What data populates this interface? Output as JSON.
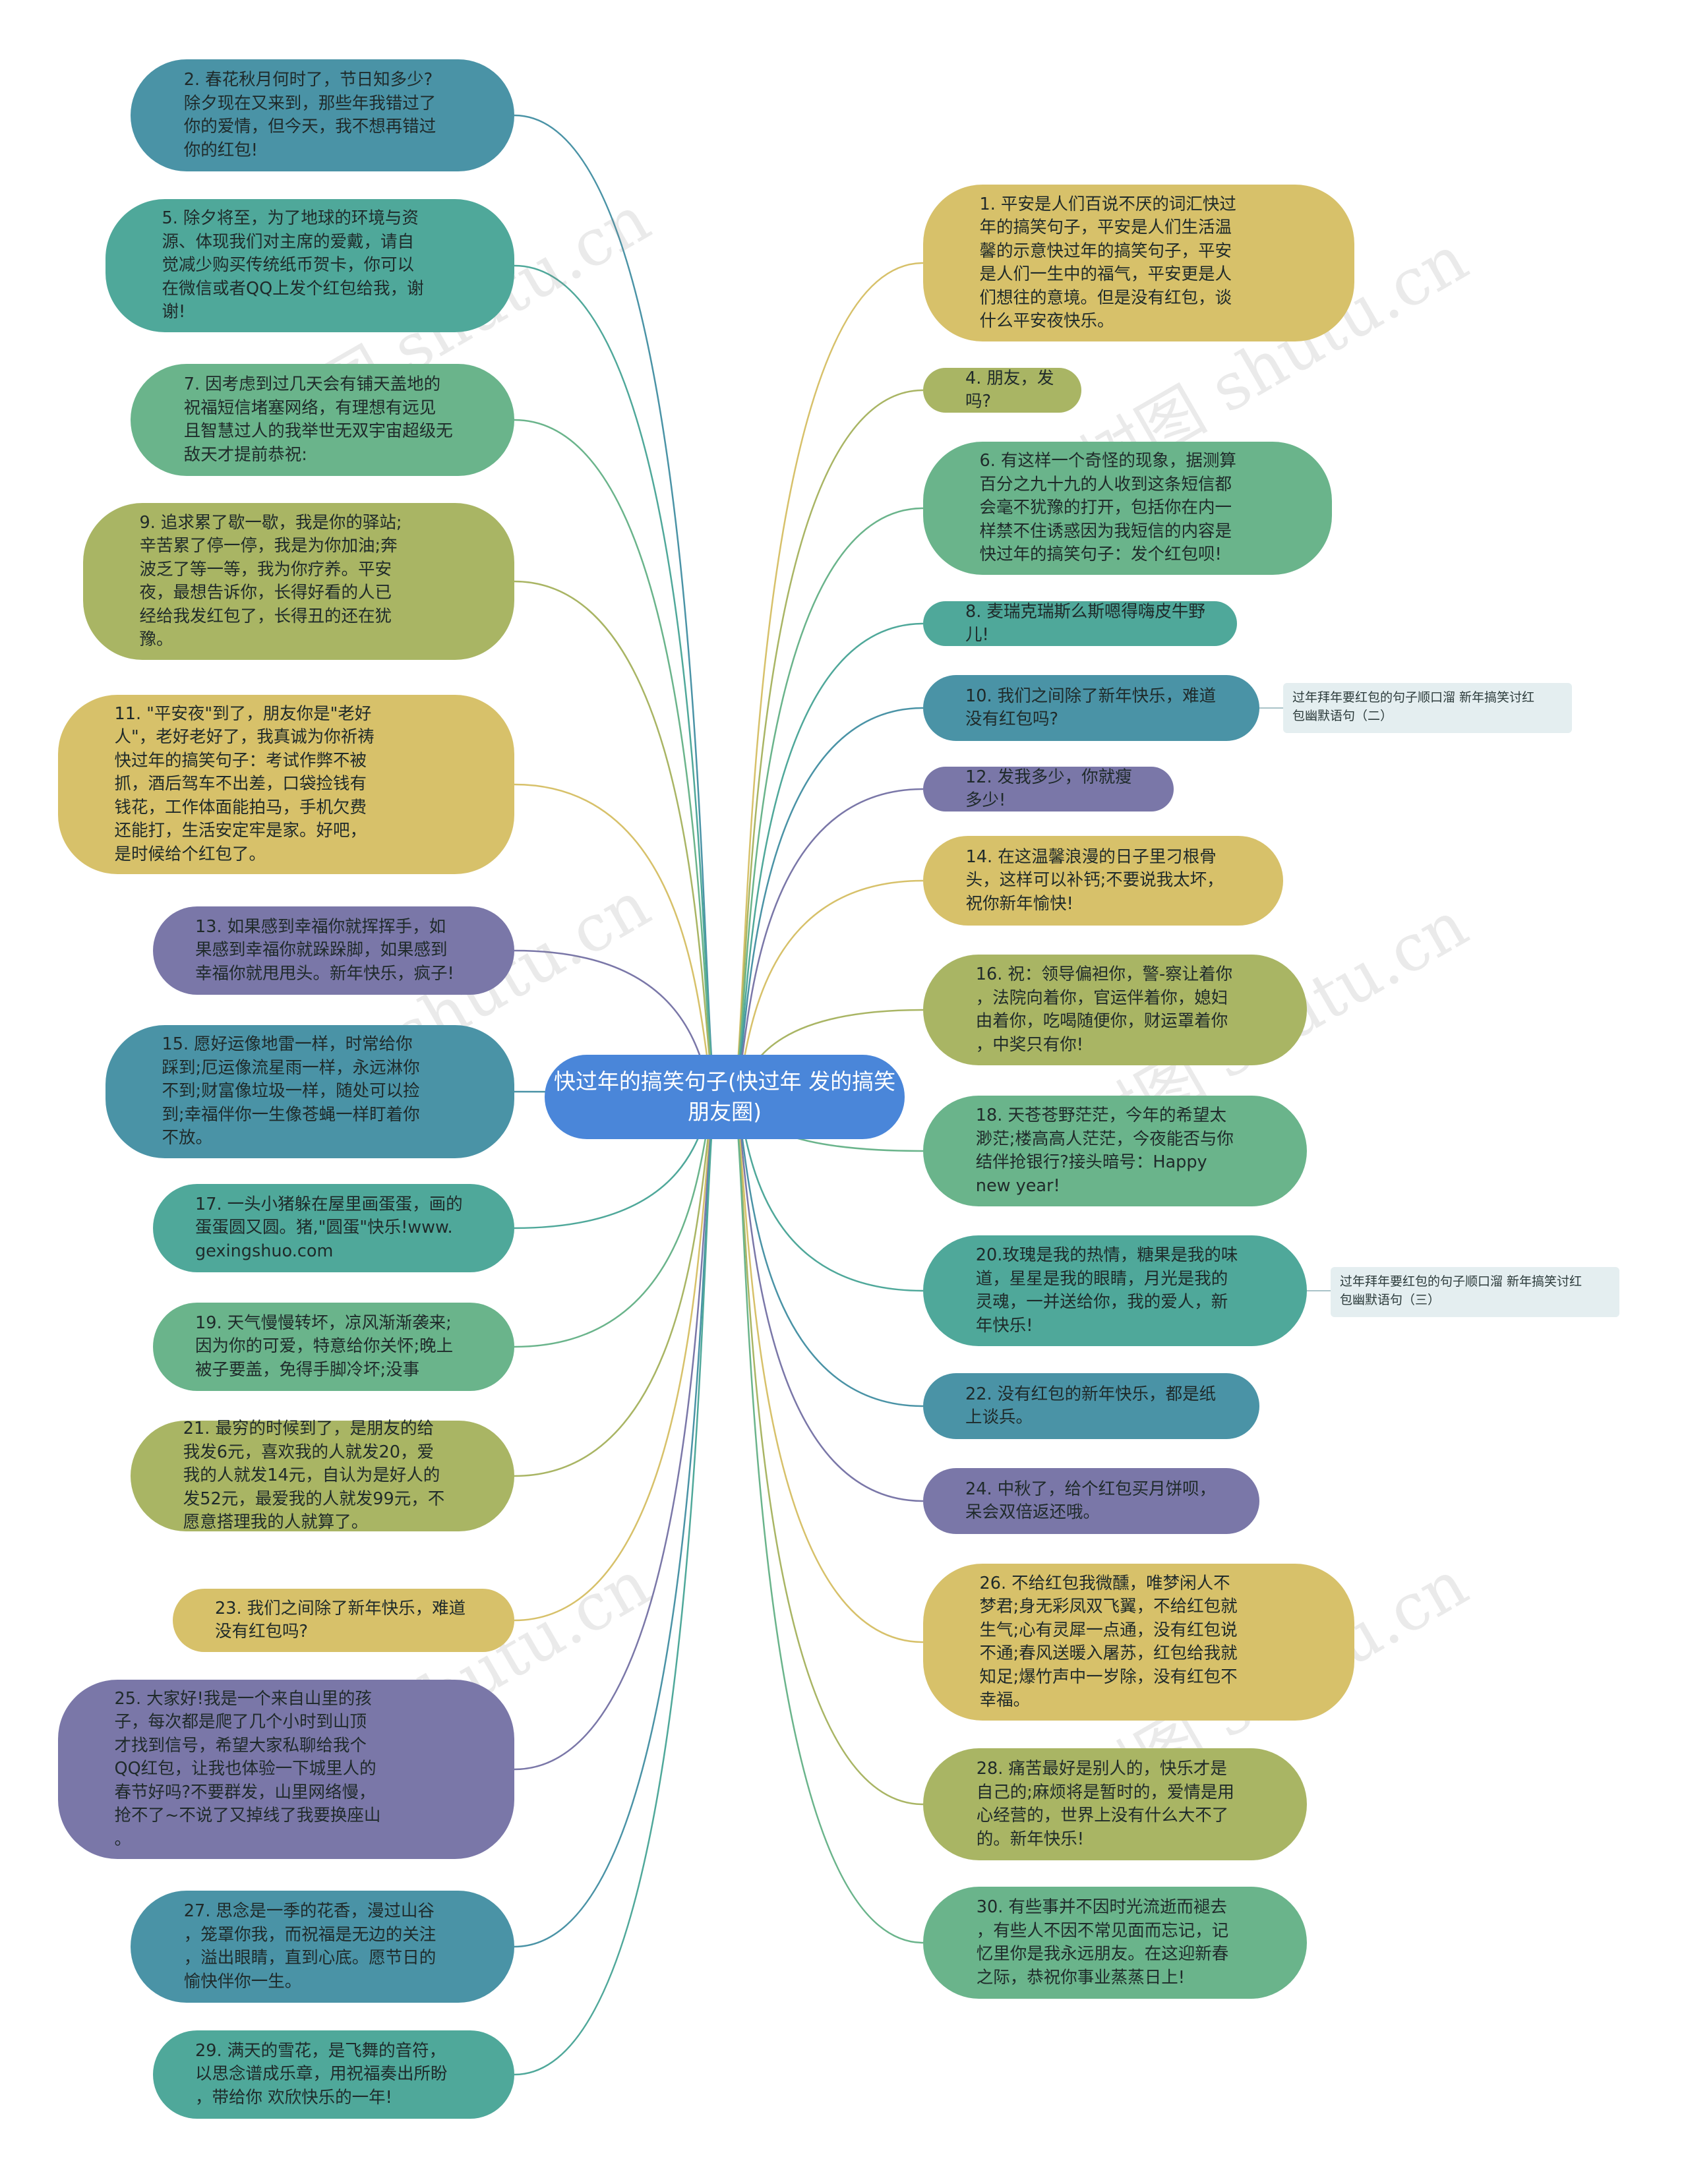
{
  "center": {
    "title": "快过年的搞笑句子(快过年\n发的搞笑朋友圈)",
    "color": "#4a86d9"
  },
  "palette": {
    "teal": "#4c9ea8",
    "seagreen": "#4fa89a",
    "green": "#6ab48b",
    "olive": "#a9b564",
    "yellow": "#d7c16a",
    "purple": "#7a77a8",
    "blueteal": "#4a93a6"
  },
  "nodes": [
    {
      "id": "n2",
      "side": "left",
      "color": "#4a93a6",
      "text": "2. 春花秋月何时了，节日知多少?\n除夕现在又来到，那些年我错过了\n你的爱情，但今天，我不想再错过\n你的红包!"
    },
    {
      "id": "n5",
      "side": "left",
      "color": "#4fa89a",
      "text": "5. 除夕将至，为了地球的环境与资\n源、体现我们对主席的爱戴，请自\n觉减少购买传统纸币贺卡，你可以\n在微信或者QQ上发个红包给我，谢\n谢!"
    },
    {
      "id": "n7",
      "side": "left",
      "color": "#6ab48b",
      "text": "7. 因考虑到过几天会有铺天盖地的\n祝福短信堵塞网络，有理想有远见\n且智慧过人的我举世无双宇宙超级无\n敌天才提前恭祝:"
    },
    {
      "id": "n9",
      "side": "left",
      "color": "#a9b564",
      "text": "9. 追求累了歇一歇，我是你的驿站;\n辛苦累了停一停，我是为你加油;奔\n波乏了等一等，我为你疗养。平安\n夜，最想告诉你，长得好看的人已\n经给我发红包了，长得丑的还在犹\n豫。"
    },
    {
      "id": "n11",
      "side": "left",
      "color": "#d7c16a",
      "text": "11. \"平安夜\"到了，朋友你是\"老好\n人\"，老好老好了，我真诚为你祈祷\n快过年的搞笑句子：考试作弊不被\n抓，酒后驾车不出差，口袋捡钱有\n钱花，工作体面能拍马，手机欠费\n还能打，生活安定牢是家。好吧，\n是时候给个红包了。"
    },
    {
      "id": "n13",
      "side": "left",
      "color": "#7a77a8",
      "text": "13. 如果感到幸福你就挥挥手，如\n果感到幸福你就跺跺脚，如果感到\n幸福你就甩甩头。新年快乐，疯子!"
    },
    {
      "id": "n15",
      "side": "left",
      "color": "#4a93a6",
      "text": "15. 愿好运像地雷一样，时常给你\n踩到;厄运像流星雨一样，永远淋你\n不到;财富像垃圾一样，随处可以捡\n到;幸福伴你一生像苍蝇一样盯着你\n不放。"
    },
    {
      "id": "n17",
      "side": "left",
      "color": "#4fa89a",
      "text": "17. 一头小猪躲在屋里画蛋蛋，画的\n蛋蛋圆又圆。猪,\"圆蛋\"快乐!www.\ngexingshuo.com"
    },
    {
      "id": "n19",
      "side": "left",
      "color": "#6ab48b",
      "text": "19. 天气慢慢转坏，凉风渐渐袭来;\n因为你的可爱，特意给你关怀;晚上\n被子要盖，免得手脚冷坏;没事"
    },
    {
      "id": "n21",
      "side": "left",
      "color": "#a9b564",
      "text": "21. 最穷的时候到了，是朋友的给\n我发6元，喜欢我的人就发20，爱\n我的人就发14元，自认为是好人的\n发52元，最爱我的人就发99元，不\n愿意搭理我的人就算了。"
    },
    {
      "id": "n23",
      "side": "left",
      "color": "#d7c16a",
      "text": "23. 我们之间除了新年快乐，难道\n没有红包吗?"
    },
    {
      "id": "n25",
      "side": "left",
      "color": "#7a77a8",
      "text": "25. 大家好!我是一个来自山里的孩\n子，每次都是爬了几个小时到山顶\n才找到信号，希望大家私聊给我个\nQQ红包，让我也体验一下城里人的\n春节好吗?不要群发，山里网络慢，\n抢不了~不说了又掉线了我要换座山\n。"
    },
    {
      "id": "n27",
      "side": "left",
      "color": "#4a93a6",
      "text": "27. 思念是一季的花香，漫过山谷\n，笼罩你我，而祝福是无边的关注\n，溢出眼睛，直到心底。愿节日的\n愉快伴你一生。"
    },
    {
      "id": "n29",
      "side": "left",
      "color": "#4fa89a",
      "text": "29. 满天的雪花，是飞舞的音符，\n以思念谱成乐章，用祝福奏出所盼\n，带给你 欢欣快乐的一年!"
    },
    {
      "id": "n1",
      "side": "right",
      "color": "#d7c16a",
      "text": "1. 平安是人们百说不厌的词汇快过\n年的搞笑句子，平安是人们生活温\n馨的示意快过年的搞笑句子，平安\n是人们一生中的福气，平安更是人\n们想往的意境。但是没有红包，谈\n什么平安夜快乐。"
    },
    {
      "id": "n4",
      "side": "right",
      "color": "#a9b564",
      "text": "4. 朋友，发吗?"
    },
    {
      "id": "n6",
      "side": "right",
      "color": "#6ab48b",
      "text": "6. 有这样一个奇怪的现象，据测算\n百分之九十九的人收到这条短信都\n会毫不犹豫的打开，包括你在内一\n样禁不住诱惑因为我短信的内容是\n快过年的搞笑句子：发个红包呗!"
    },
    {
      "id": "n8",
      "side": "right",
      "color": "#4fa89a",
      "text": "8. 麦瑞克瑞斯么斯嗯得嗨皮牛野儿!"
    },
    {
      "id": "n10",
      "side": "right",
      "color": "#4a93a6",
      "text": "10. 我们之间除了新年快乐，难道\n没有红包吗?"
    },
    {
      "id": "n12",
      "side": "right",
      "color": "#7a77a8",
      "text": "12. 发我多少，你就瘦多少!"
    },
    {
      "id": "n14",
      "side": "right",
      "color": "#d7c16a",
      "text": "14. 在这温馨浪漫的日子里刁根骨\n头，这样可以补钙;不要说我太坏，\n祝你新年愉快!"
    },
    {
      "id": "n16",
      "side": "right",
      "color": "#a9b564",
      "text": "16. 祝：领导偏袒你，警-察让着你\n，法院向着你，官运伴着你，媳妇\n由着你，吃喝随便你，财运罩着你\n，中奖只有你!"
    },
    {
      "id": "n18",
      "side": "right",
      "color": "#6ab48b",
      "text": "18. 天苍苍野茫茫，今年的希望太\n渺茫;楼高高人茫茫，今夜能否与你\n结伴抢银行?接头暗号：Happy\nnew year!"
    },
    {
      "id": "n20",
      "side": "right",
      "color": "#4fa89a",
      "text": "20.玫瑰是我的热情，糖果是我的味\n道，星星是我的眼睛，月光是我的\n灵魂，一并送给你，我的爱人，新\n年快乐!"
    },
    {
      "id": "n22",
      "side": "right",
      "color": "#4a93a6",
      "text": "22. 没有红包的新年快乐，都是纸\n上谈兵。"
    },
    {
      "id": "n24",
      "side": "right",
      "color": "#7a77a8",
      "text": "24. 中秋了，给个红包买月饼呗，\n呆会双倍返还哦。"
    },
    {
      "id": "n26",
      "side": "right",
      "color": "#d7c16a",
      "text": "26. 不给红包我微醺，唯梦闲人不\n梦君;身无彩凤双飞翼，不给红包就\n生气;心有灵犀一点通，没有红包说\n不通;春风送暖入屠苏，红包给我就\n知足;爆竹声中一岁除，没有红包不\n幸福。"
    },
    {
      "id": "n28",
      "side": "right",
      "color": "#a9b564",
      "text": "28. 痛苦最好是别人的，快乐才是\n自己的;麻烦将是暂时的，爱情是用\n心经营的，世界上没有什么大不了\n的。新年快乐!"
    },
    {
      "id": "n30",
      "side": "right",
      "color": "#6ab48b",
      "text": "30. 有些事并不因时光流逝而褪去\n，有些人不因不常见面而忘记，记\n忆里你是我永远朋友。在这迎新春\n之际，恭祝你事业蒸蒸日上!"
    }
  ],
  "side_notes": [
    {
      "id": "s10",
      "attach": "n10",
      "text": "过年拜年要红包的句子顺口溜 新年搞笑讨红\n包幽默语句（二）"
    },
    {
      "id": "s20",
      "attach": "n20",
      "text": "过年拜年要红包的句子顺口溜 新年搞笑讨红\n包幽默语句（三）"
    }
  ],
  "watermark": "树图 shutu.cn"
}
